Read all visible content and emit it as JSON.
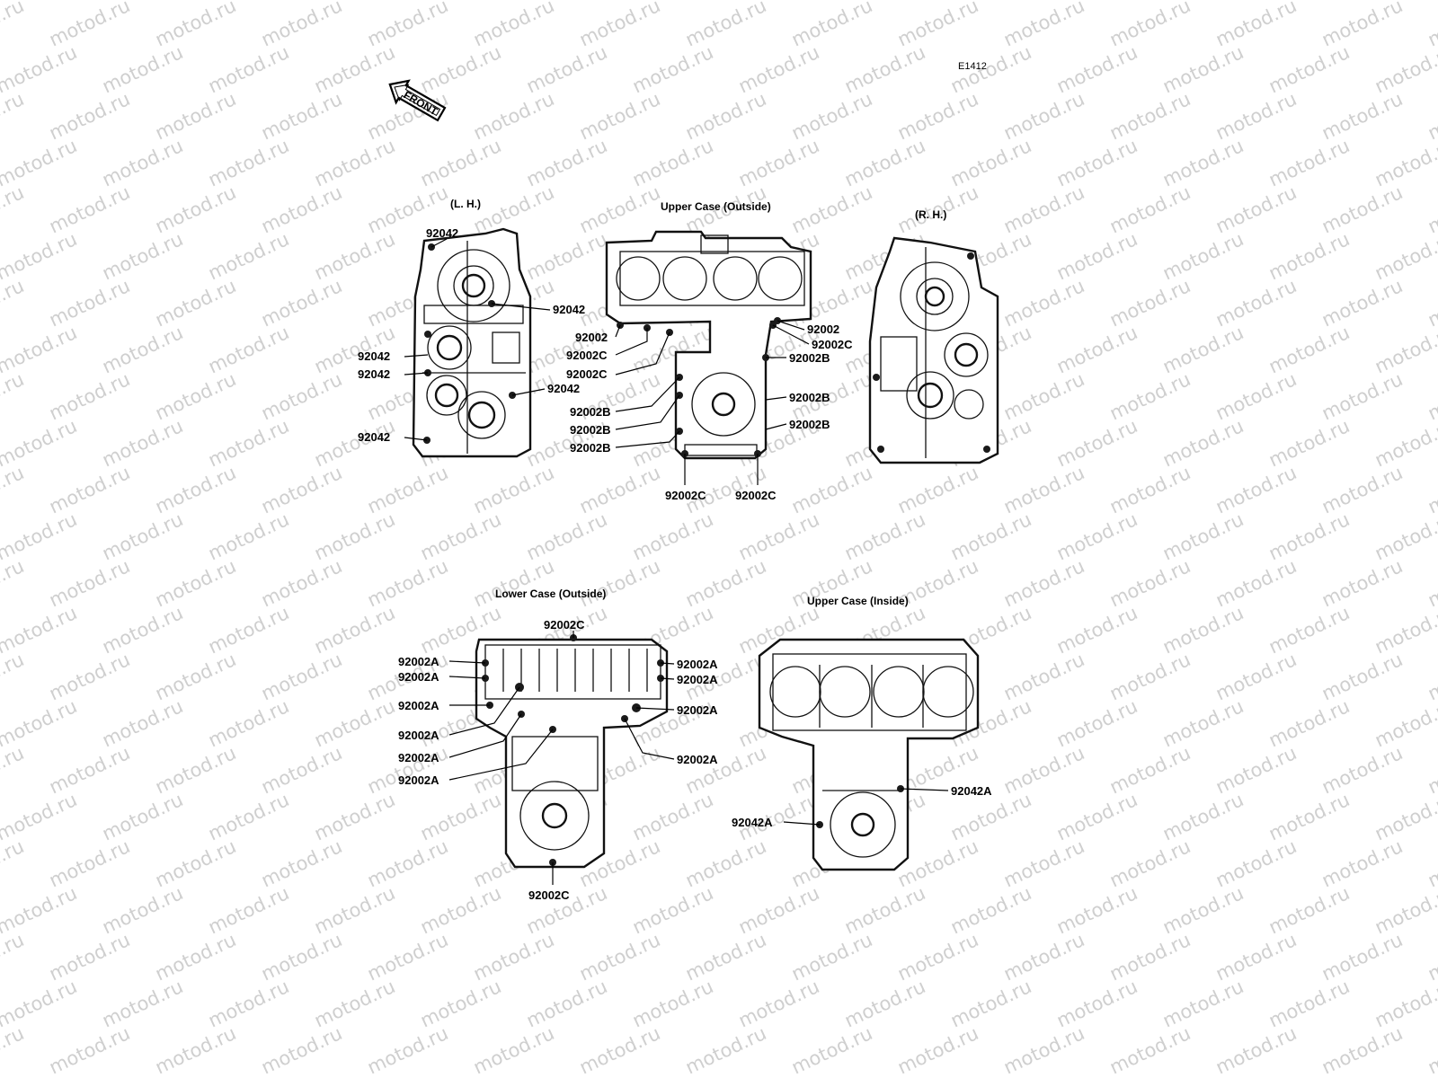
{
  "diagram_code": "E1412",
  "front_arrow": {
    "label": "FRONT"
  },
  "watermark_text": "motod.ru",
  "views": {
    "lh": {
      "title": "(L. H.)",
      "labels": [
        "92042",
        "92042",
        "92042",
        "92042",
        "92042",
        "92042"
      ]
    },
    "upper_outside": {
      "title": "Upper Case (Outside)",
      "labels": [
        "92002",
        "92002C",
        "92002C",
        "92002B",
        "92002B",
        "92002B",
        "92002",
        "92002C",
        "92002B",
        "92002B",
        "92002B",
        "92002C",
        "92002C"
      ]
    },
    "rh": {
      "title": "(R. H.)"
    },
    "lower_outside": {
      "title": "Lower Case (Outside)",
      "labels": [
        "92002C",
        "92002A",
        "92002A",
        "92002A",
        "92002A",
        "92002A",
        "92002A",
        "92002A",
        "92002A",
        "92002A",
        "92002A",
        "92002C"
      ]
    },
    "upper_inside": {
      "title": "Upper Case (Inside)",
      "labels": [
        "92042A",
        "92042A"
      ]
    }
  }
}
